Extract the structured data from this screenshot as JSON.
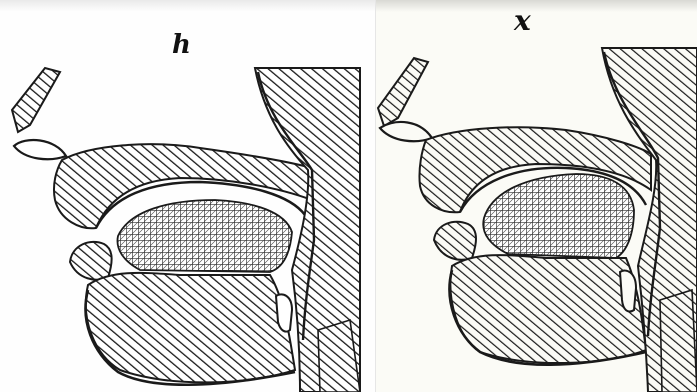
{
  "figures": [
    {
      "id": "left",
      "label": "h"
    },
    {
      "id": "right",
      "label": "x"
    }
  ],
  "colors": {
    "ink": "#1a1a1a",
    "background_left": "#fefefe",
    "background_right": "#fbfbf6",
    "gridline": "#2a2a2a"
  }
}
